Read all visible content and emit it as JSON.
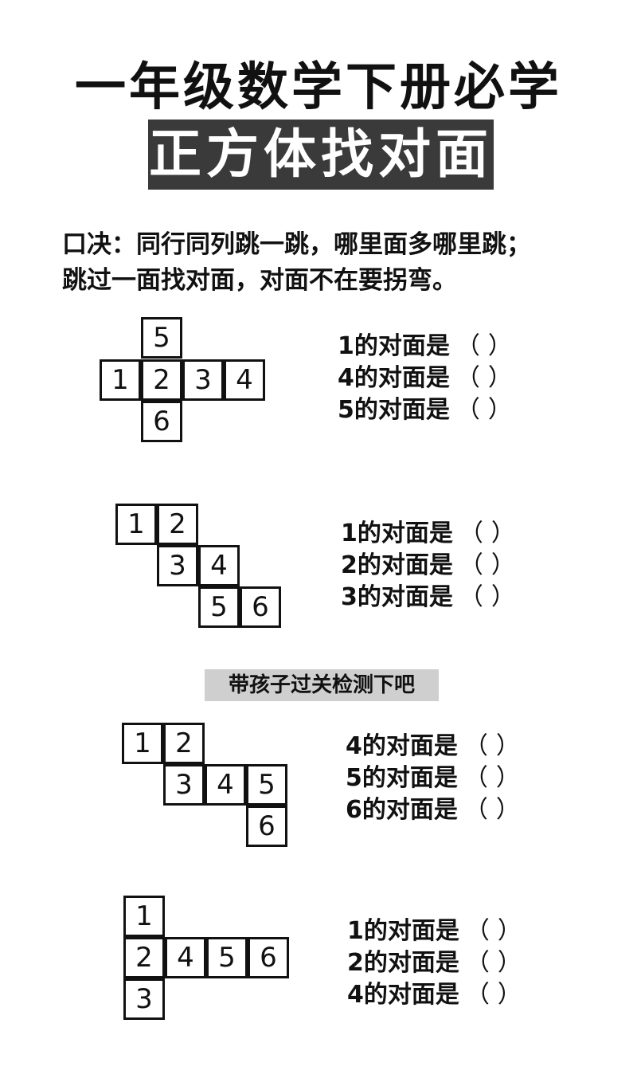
{
  "title": "一年级数学下册必学",
  "subtitle": "正方体找对面",
  "rhyme": {
    "line1": "口决：同行同列跳一跳，哪里面多哪里跳；",
    "line2": "跳过一面找对面，对面不在要拐弯。"
  },
  "banner": "带孩子过关检测下吧",
  "paren_open": "（",
  "paren_close": "）",
  "figures": [
    {
      "cells": [
        "5",
        "1",
        "2",
        "3",
        "4",
        "6"
      ],
      "questions": [
        "1的对面是",
        "4的对面是",
        "5的对面是"
      ]
    },
    {
      "cells": [
        "1",
        "2",
        "3",
        "4",
        "5",
        "6"
      ],
      "questions": [
        "1的对面是",
        "2的对面是",
        "3的对面是"
      ]
    },
    {
      "cells": [
        "1",
        "2",
        "3",
        "4",
        "5",
        "6"
      ],
      "questions": [
        "4的对面是",
        "5的对面是",
        "6的对面是"
      ]
    },
    {
      "cells": [
        "1",
        "2",
        "4",
        "5",
        "6",
        "3"
      ],
      "questions": [
        "1的对面是",
        "2的对面是",
        "4的对面是"
      ]
    }
  ]
}
